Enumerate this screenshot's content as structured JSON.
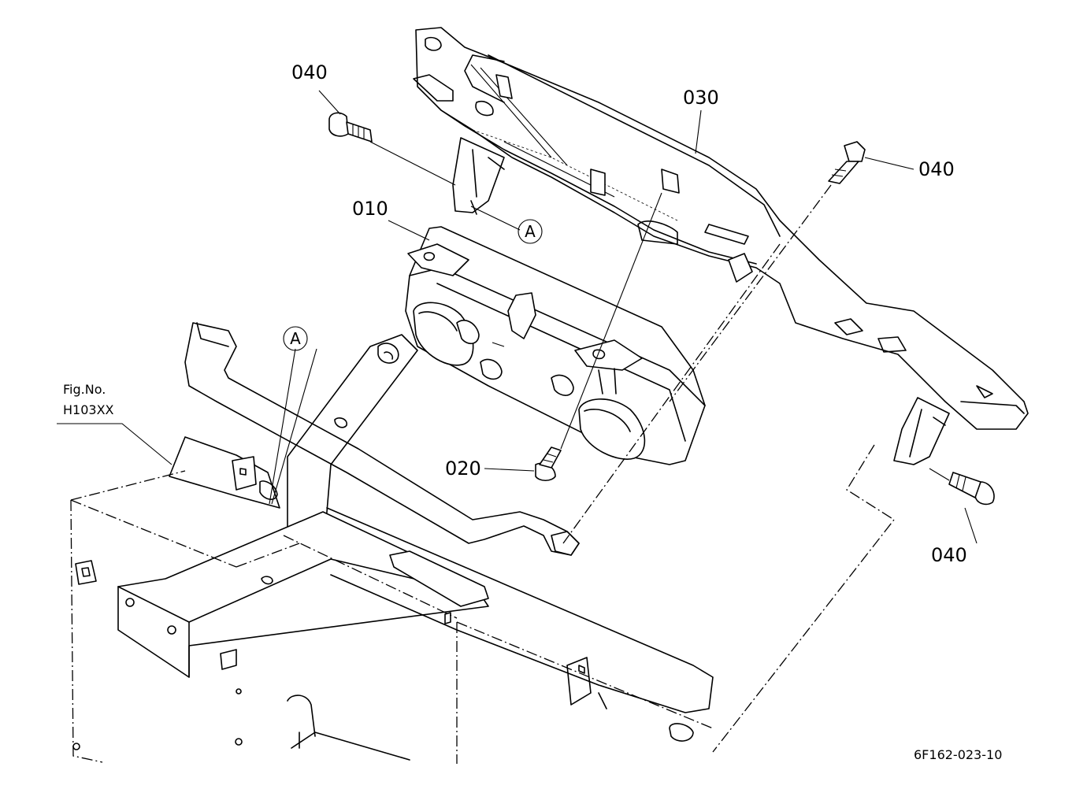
{
  "callouts": {
    "c040_top_left": "040",
    "c030": "030",
    "c040_top_right": "040",
    "c010": "010",
    "c020": "020",
    "c040_bottom_right": "040"
  },
  "reference_markers": {
    "a_upper": "A",
    "a_lower": "A"
  },
  "fig_ref": {
    "line1": "Fig.No.",
    "line2": "H103XX"
  },
  "drawing_code": "6F162-023-10"
}
